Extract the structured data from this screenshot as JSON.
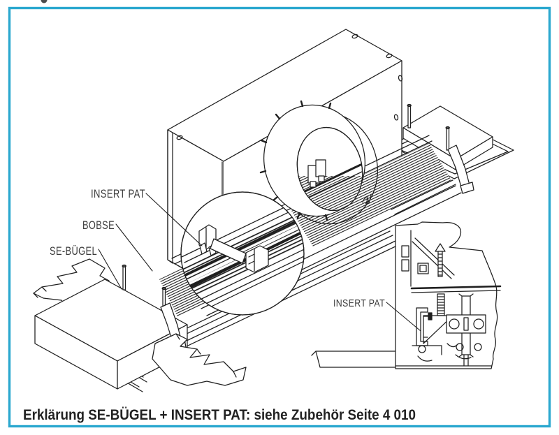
{
  "window": {
    "background": "#ffffff",
    "border_color": "#2ba8cf",
    "line_color": "#1f1f1f"
  },
  "labels": {
    "insert_pat_main": "INSERT PAT",
    "bobse": "BOBSE",
    "se_buegel": "SE-BÜGEL",
    "insert_pat_detail": "INSERT PAT"
  },
  "caption": {
    "text": "Erklärung SE-BÜGEL + INSERT PAT: siehe Zubehör Seite 4 010"
  },
  "diagram": {
    "type": "technical-illustration",
    "views": [
      {
        "name": "isometric-assembly"
      },
      {
        "name": "magnifier-bubble-detail"
      },
      {
        "name": "cross-section-detail"
      }
    ]
  }
}
